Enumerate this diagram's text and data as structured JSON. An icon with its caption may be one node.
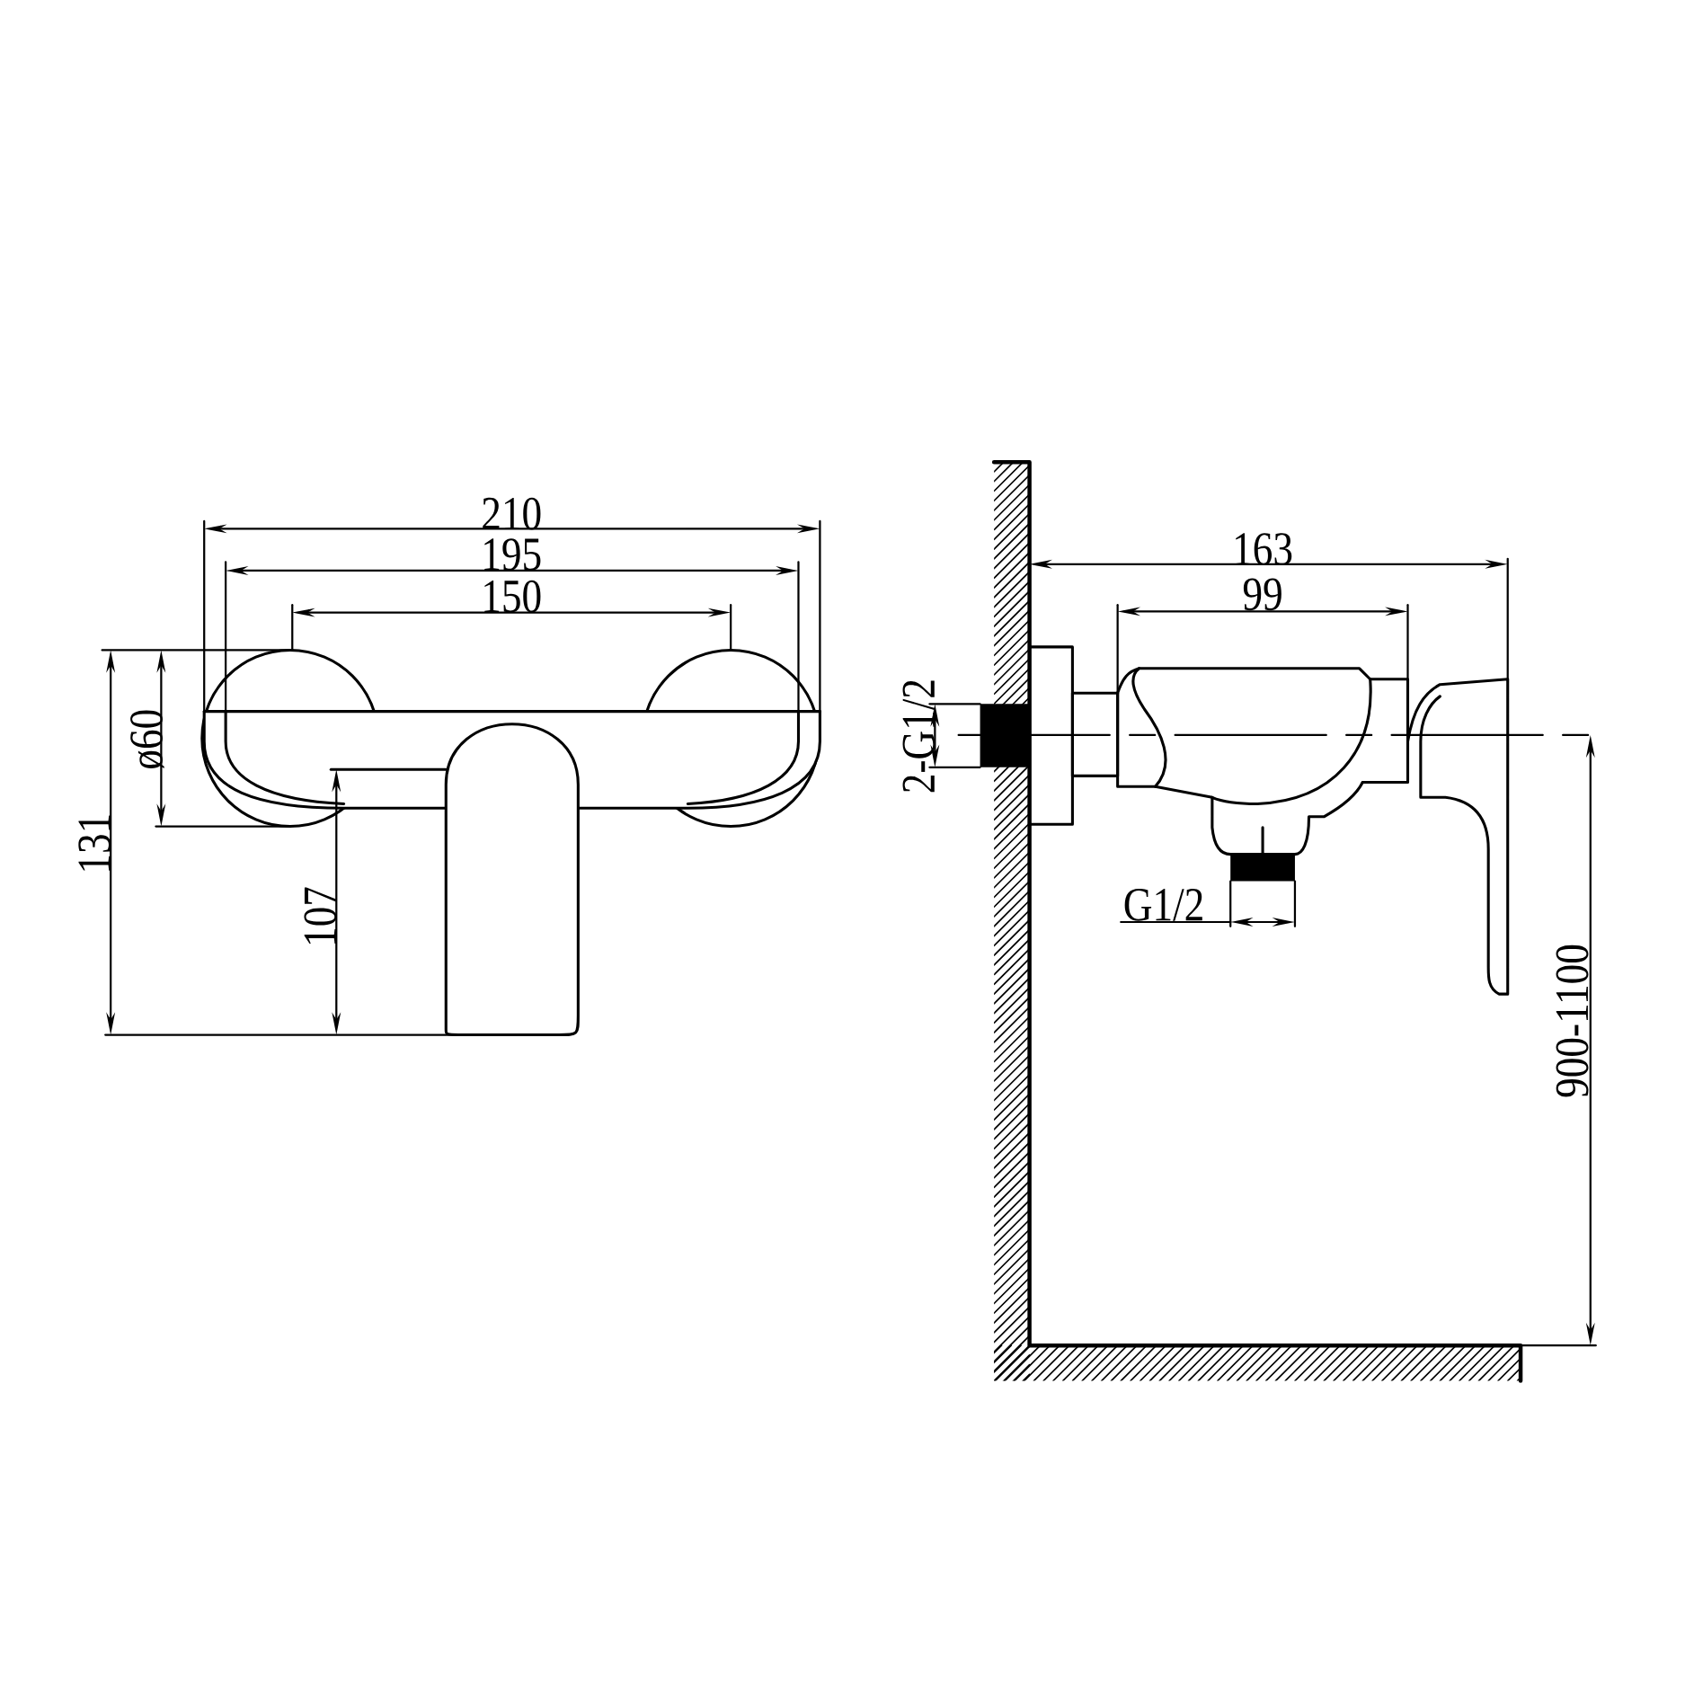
{
  "diagram": {
    "labels": [
      "210",
      "195",
      "150",
      "ø60",
      "131",
      "107",
      "163",
      "99",
      "2-G1/2",
      "G1/2",
      "900-1100"
    ]
  }
}
